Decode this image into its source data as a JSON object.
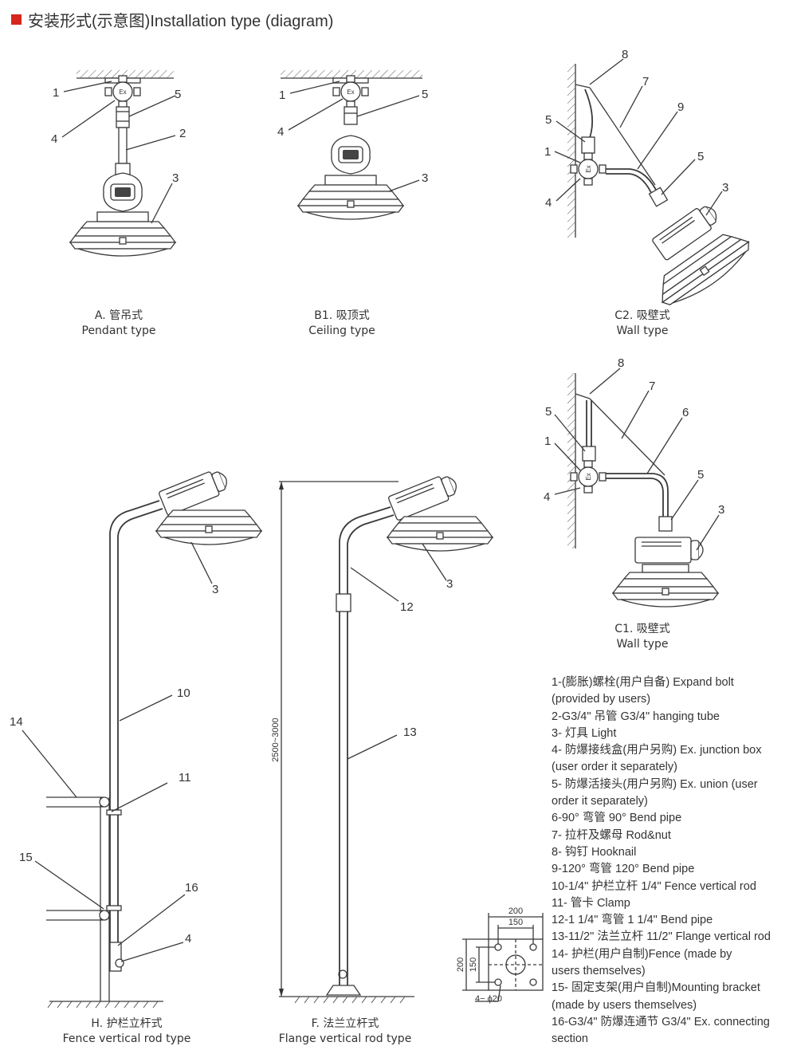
{
  "header": {
    "title": "安装形式(示意图)Installation type (diagram)"
  },
  "captions": {
    "A": {
      "code": "A. 管吊式",
      "en": "Pendant type"
    },
    "B1": {
      "code": "B1. 吸顶式",
      "en": "Ceiling type"
    },
    "C2": {
      "code": "C2. 吸壁式",
      "en": "Wall type"
    },
    "C1": {
      "code": "C1. 吸壁式",
      "en": "Wall type"
    },
    "H": {
      "code": "H. 护栏立杆式",
      "en": "Fence vertical rod type"
    },
    "F": {
      "code": "F. 法兰立杆式",
      "en": "Flange vertical rod type"
    }
  },
  "ex_mark": "Ex",
  "dimensions": {
    "pole_height": "2500~3000",
    "plate_outer": "200",
    "plate_inner": "150",
    "bolt_holes": "4− ϕ20"
  },
  "callouts": {
    "A": [
      "1",
      "4",
      "5",
      "2",
      "3"
    ],
    "B1": [
      "1",
      "4",
      "5",
      "3"
    ],
    "C2": [
      "8",
      "7",
      "9",
      "5",
      "1",
      "4",
      "5",
      "3"
    ],
    "C1": [
      "8",
      "7",
      "6",
      "5",
      "1",
      "4",
      "5",
      "3"
    ],
    "H": [
      "3",
      "10",
      "11",
      "14",
      "15",
      "16",
      "4"
    ],
    "F": [
      "3",
      "12",
      "13"
    ]
  },
  "legend": [
    "1-(膨胀)螺栓(用户自备)  Expand bolt",
    "(provided by users)",
    "2-G3/4\" 吊管  G3/4\" hanging tube",
    "3- 灯具  Light",
    "4- 防爆接线盒(用户另购) Ex. junction box",
    "(user order it separately)",
    "5- 防爆活接头(用户另购) Ex. union (user",
    "order it separately)",
    "6-90° 弯管   90°  Bend pipe",
    "7- 拉杆及螺母  Rod&nut",
    "8- 钩钉  Hooknail",
    "9-120° 弯管   120°  Bend pipe",
    "10-1/4\" 护栏立杆  1/4\" Fence vertical rod",
    "11- 管卡  Clamp",
    "12-1 1/4\" 弯管  1 1/4\" Bend pipe",
    "13-11/2\" 法兰立杆  11/2\" Flange vertical rod",
    "14- 护栏(用户自制)Fence (made by",
    "users themselves)",
    "15- 固定支架(用户自制)Mounting bracket",
    "(made by users themselves)",
    "16-G3/4\" 防爆连通节  G3/4\" Ex. connecting",
    "section"
  ]
}
